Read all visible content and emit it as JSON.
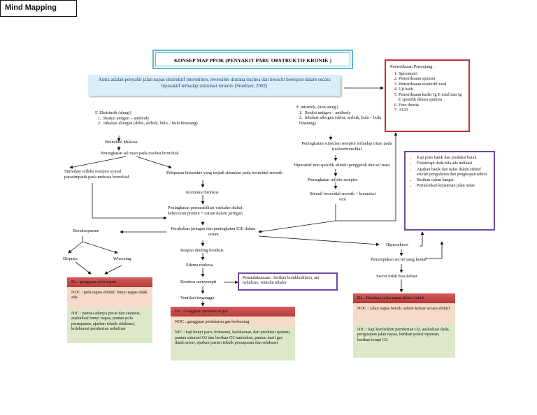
{
  "mind_mapping_title": "Mind Mapping",
  "concept_title": "KONSEP MAP PPOK (PENYAKIT PARU OBSTRUKTIF KRONIK )",
  "definition": "Asma adalah penyakit  jalan napas obstruktif intermitten, reversible dimana trachea dan bronchi berespon dalam secara hiperaktif terhadap stimulasi   tertentu (Smeltzer, 2002)",
  "support": {
    "title": "Pemeriksaan Penunjang :",
    "items": [
      "Spirometri",
      "Pemeriksaan sputum",
      "Pemeriksaan eosinofil total",
      "Uji kulit",
      "Pemeriksaan  kadar Ig E  total dan Ig E spesifik dalam sputum",
      "Foto thorak",
      "AGD"
    ]
  },
  "extrinsic": {
    "title": "F. Ekstrinsik (alergi)",
    "items": [
      "Reaksi antigen – antibody",
      "Inhalasi allergen (debu, serbuk, bulu – bulu binatang)"
    ]
  },
  "intrinsic": {
    "title": "F. intrinsik, (non alergi)",
    "items": [
      "Reaksi antigen – antibody",
      "Inhalasi allergen (debu, serbuk, bulu – bulu binatang)"
    ]
  },
  "nodes": {
    "bronchial_mukosa": "Bronchial Mukosa",
    "peningkatan_sel_mast": "Peningkatan sel mast pada trachea bronchial",
    "stimulasi_refleks": "Stimulasi refleks reseptor syaraf parasimpatik pada mukosa bronchial",
    "pelepasan_histamine": "Pelepasan histamine yang terjadi stimulasi pada bronchial smooth",
    "kontraksi_bronkus": "Kontraksi bronkus",
    "peningkatan_permeabilitas": "Peningkatan permeabilitas vaskuler akibat kebocoran protein + cairan dalam jaringan",
    "perubahan_jaringan": "Perubahan jaringan dan peningkatan IGE dalam serum",
    "bronkospasme": "Bronkospasme",
    "dispnea": "Dispnea",
    "wheezing": "Wheezing",
    "respon_dinding": "Respon dinding bronkus",
    "edema_mukosa": "Edema mukosa",
    "bronkus_menyempit": "Bronkus menyempit",
    "ventilasi": "Ventilasi terganggu",
    "peningkatan_stimulasi": "Peningkatan stimulasi reseptor terhadap iritan pada trachoebronchial",
    "hiperaktif": "Hiperaktif non spesifik stimuli penggerak dan sel mast",
    "peningkatan_refleks": "Peningkatan refleks reseptor",
    "stimuli_bronchial": "Stimuli bronchial smooth + kontraksi otot",
    "hipersekresi": "Hipersekresi",
    "penumpukan_secret": "Penumpukan secret yang kental",
    "secret_sulit": "Secret tidak bisa keluar"
  },
  "treatment": "Penatalaksanaan : berikan bronkhodilator, ant nebulizer, ventolin inhaler",
  "actions": [
    "Kaji jenis batuk dan produksi batuk",
    "Fisioterapi dada bila ada indikasi",
    "Ajarkan batuk dan nafas dalam efektif setelah pengobatan dan pengisapan sekret",
    "Berikan cairan hangat",
    "Pertahankan kepatenan jalan nafas"
  ],
  "dx1": {
    "header": "Dx : gangguan pola napas",
    "noc": "NOC : pola napas efektif, bunyi napas tidak ada",
    "nic": "NIC : pantau adanya pucat dan sianosis, auskultasi bunyi napas, pantau pola pernapasan, ajarkan teknik relaksasi, kolaborasi pemberian nebulizer"
  },
  "dx2": {
    "header": "Dx : Gangguan pertukaran gas",
    "noc": "NOC : gangguan pertukaran gas berkurang",
    "nic": "NIC : kaji bunyi paru, frekuensi, kedalaman, dan produksi sputum, pantau saturasi O2 dan berikan O2 tambahan, pantau hasil gas darah arteri, ajarkan pasien teknik pernapasan dan relaksasi"
  },
  "dx3": {
    "header": "Dx : Bersihan jalan napas tidak efektif",
    "noc": "NOC : Jalan napas bersih, sekret keluar secara efektif",
    "nic": "NIC : kaji koefisiktin pemberian O2, auskultasi dada, pengisapan jalan napas, berikan posisi nyaman, berikan terapi O2"
  },
  "colors": {
    "title_border": "#5bb8d6",
    "support_border": "#c43434",
    "action_border": "#6b4aa3",
    "dx_header": "#c44b4b",
    "noc_bg": "#f6dcc8",
    "nic_bg": "#dce8c8"
  }
}
